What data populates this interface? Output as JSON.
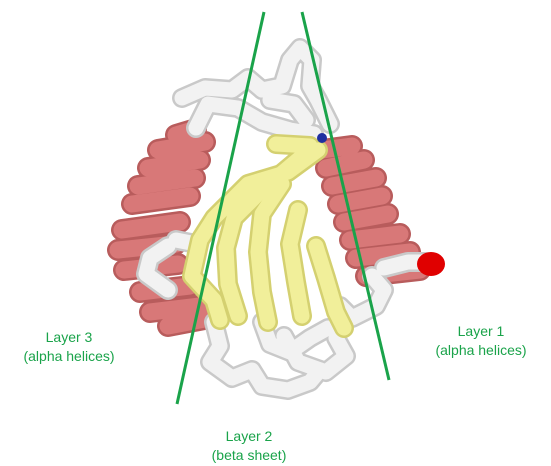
{
  "colors": {
    "helix": "#d87878",
    "helix_dark": "#b85c5c",
    "sheet": "#f1ef9a",
    "sheet_dark": "#d4d070",
    "coil": "#f2f2f2",
    "coil_dark": "#c9c9c9",
    "divider_line": "#1aa34a",
    "label_text": "#1aa34a",
    "terminus": "#e00000"
  },
  "labels": {
    "layer3": {
      "title": "Layer 3",
      "subtitle": "(alpha helices)"
    },
    "layer1": {
      "title": "Layer 1",
      "subtitle": "(alpha helices)"
    },
    "layer2": {
      "title": "Layer 2",
      "subtitle": "(beta sheet)"
    }
  }
}
